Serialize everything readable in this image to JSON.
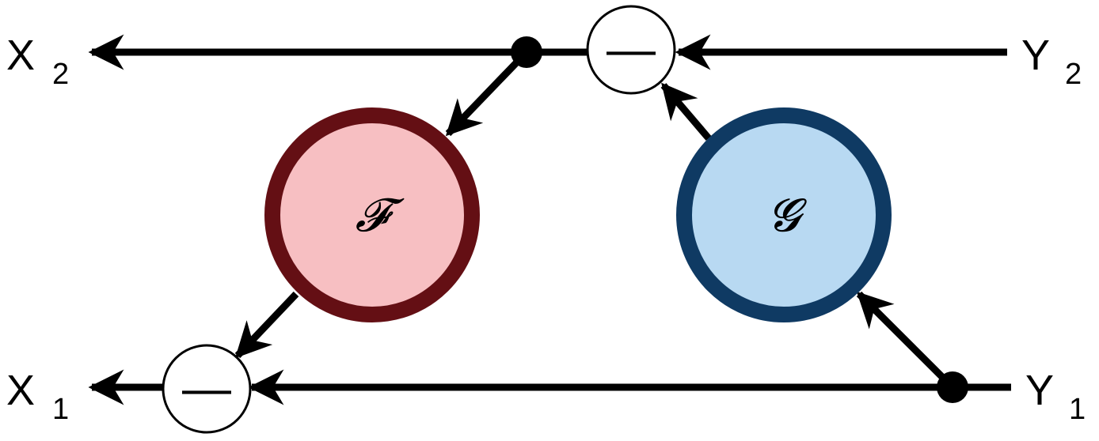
{
  "diagram": {
    "inputs": {
      "y1": {
        "base": "Y",
        "sub": "1"
      },
      "y2": {
        "base": "Y",
        "sub": "2"
      }
    },
    "outputs": {
      "x1": {
        "base": "X",
        "sub": "1"
      },
      "x2": {
        "base": "X",
        "sub": "2"
      }
    },
    "functions": {
      "f": {
        "label": "𝓕",
        "fill": "#f7bfc2",
        "stroke": "#640f14"
      },
      "g": {
        "label": "𝓖",
        "fill": "#b8d9f2",
        "stroke": "#0f3a63"
      }
    },
    "operators": {
      "top": {
        "symbol": "—"
      },
      "bottom": {
        "symbol": "—"
      }
    },
    "colors": {
      "line": "#000000",
      "operator_fill": "#ffffff"
    }
  }
}
